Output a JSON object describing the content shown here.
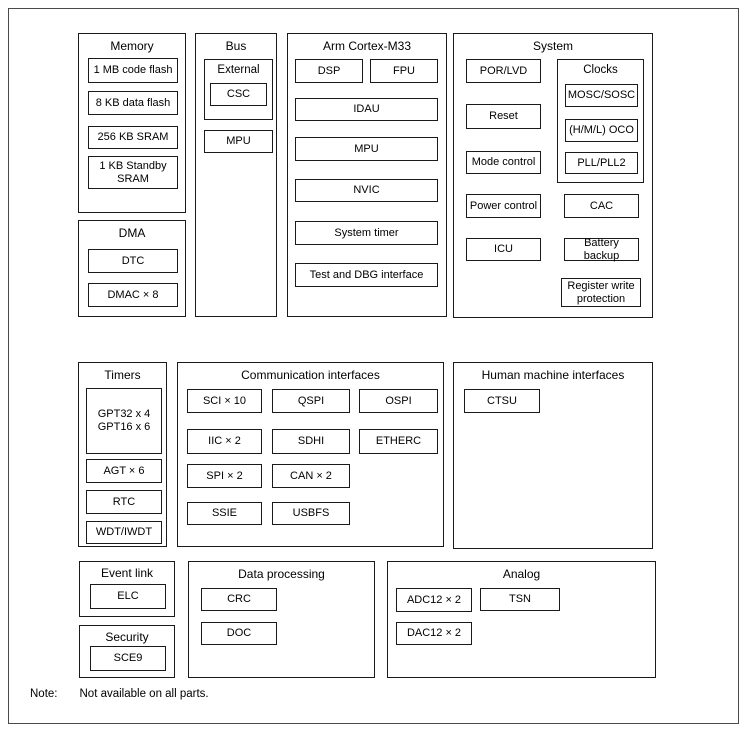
{
  "colors": {
    "border": "#1a1a1a",
    "frame": "#4a4a4a",
    "background": "#ffffff",
    "text": "#000000"
  },
  "note": {
    "label": "Note:",
    "text": "Not available on all parts."
  },
  "blocks": {
    "memory": {
      "title": "Memory",
      "items": [
        "1 MB code flash",
        "8 KB data flash",
        "256 KB SRAM",
        "1 KB Standby SRAM"
      ]
    },
    "dma": {
      "title": "DMA",
      "items": [
        "DTC",
        "DMAC × 8"
      ]
    },
    "bus": {
      "title": "Bus",
      "external": {
        "title": "External",
        "items": [
          "CSC"
        ]
      },
      "items": [
        "MPU"
      ]
    },
    "cortex": {
      "title": "Arm Cortex-M33",
      "items": [
        "DSP",
        "FPU",
        "IDAU",
        "MPU",
        "NVIC",
        "System timer",
        "Test and DBG interface"
      ]
    },
    "system": {
      "title": "System",
      "left_items": [
        "POR/LVD",
        "Reset",
        "Mode control",
        "Power control",
        "ICU"
      ],
      "clocks": {
        "title": "Clocks",
        "items": [
          "MOSC/SOSC",
          "(H/M/L) OCO",
          "PLL/PLL2"
        ]
      },
      "right_items": [
        "CAC",
        "Battery backup",
        "Register write protection"
      ]
    },
    "timers": {
      "title": "Timers",
      "gpt_lines": [
        "GPT32 x 4",
        "GPT16 x 6"
      ],
      "items": [
        "AGT × 6",
        "RTC",
        "WDT/IWDT"
      ]
    },
    "comm": {
      "title": "Communication interfaces",
      "items": [
        "SCI × 10",
        "QSPI",
        "OSPI",
        "IIC × 2",
        "SDHI",
        "ETHERC",
        "SPI × 2",
        "CAN × 2",
        "SSIE",
        "USBFS"
      ]
    },
    "hmi": {
      "title": "Human machine interfaces",
      "items": [
        "CTSU"
      ]
    },
    "event_link": {
      "title": "Event link",
      "items": [
        "ELC"
      ]
    },
    "security": {
      "title": "Security",
      "items": [
        "SCE9"
      ]
    },
    "data_processing": {
      "title": "Data processing",
      "items": [
        "CRC",
        "DOC"
      ]
    },
    "analog": {
      "title": "Analog",
      "items": [
        "ADC12 × 2",
        "TSN",
        "DAC12 × 2"
      ]
    }
  }
}
